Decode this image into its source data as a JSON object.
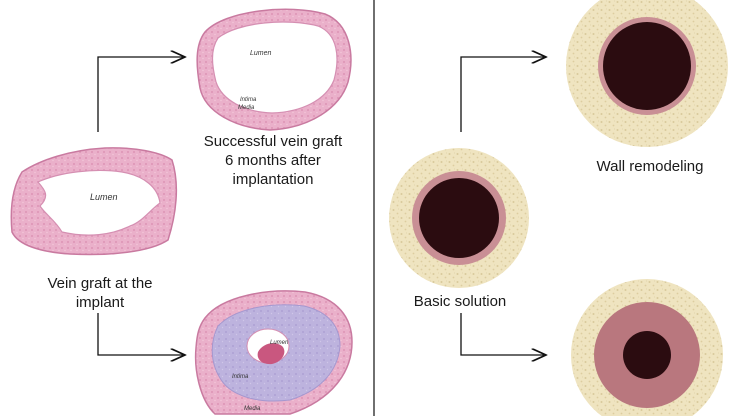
{
  "left_panel": {
    "implant_caption": "Vein graft at the\nimplant",
    "implant_lumen_label": "Lumen",
    "success_caption": "Successful vein graft\n6 months after\nimplantation",
    "success_lumen_label": "Lumen",
    "success_intima_label": "Intima",
    "success_media_label": "Media",
    "failed_lumen_label": "Lumen",
    "failed_intima_label": "Intima",
    "failed_media_label": "Media"
  },
  "right_panel": {
    "basic_caption": "Basic solution",
    "remodel_caption": "Wall remodeling"
  },
  "colors": {
    "histology_pink": "#e8a9c6",
    "histology_purple": "#b9b0dc",
    "adventitia": "#efe4c0",
    "media_ring": "#c98f95",
    "thick_intima": "#b9777e",
    "lumen_dark": "#2b0c10",
    "divider": "#222222"
  }
}
